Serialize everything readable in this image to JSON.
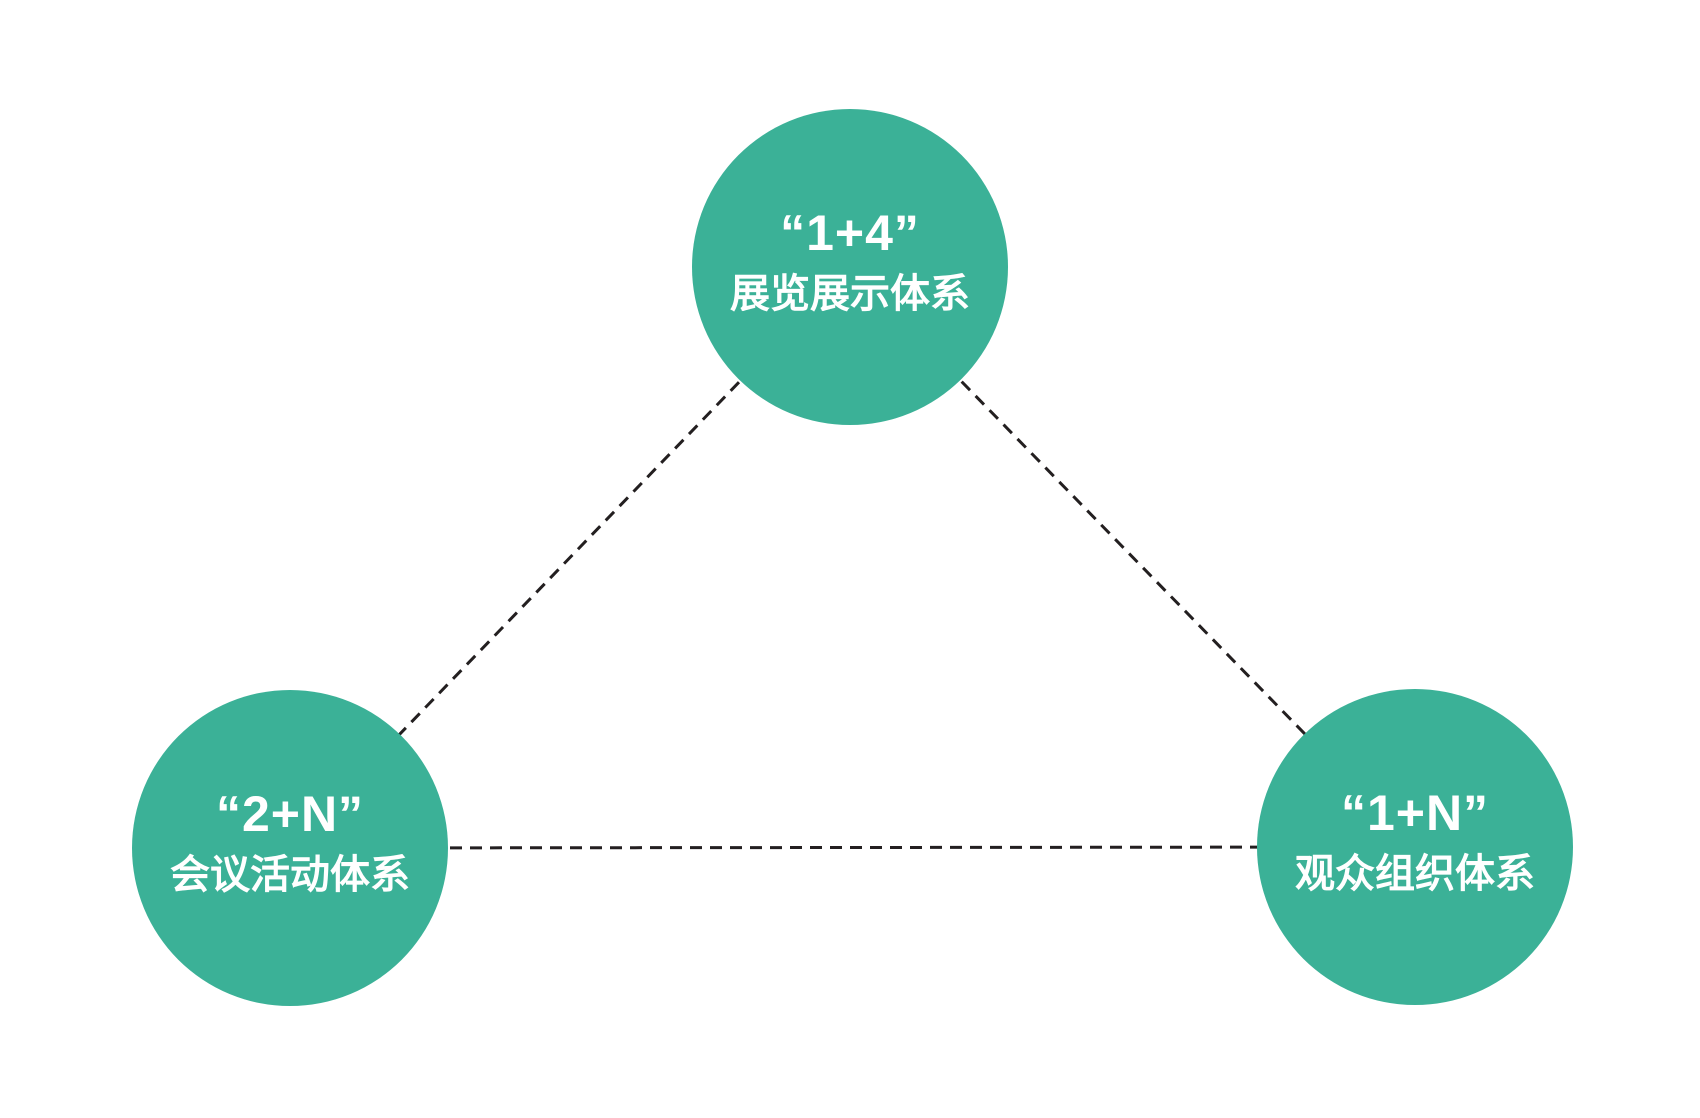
{
  "diagram": {
    "colors": {
      "background": "#ffffff",
      "node_fill": "#3BB197",
      "node_text": "#ffffff",
      "connector": "#231F20"
    },
    "nodes": [
      {
        "id": "exhibition-system",
        "title": "“1+4”",
        "subtitle": "展览展示体系"
      },
      {
        "id": "conference-system",
        "title": "“2+N”",
        "subtitle": "会议活动体系"
      },
      {
        "id": "audience-system",
        "title": "“1+N”",
        "subtitle": "观众组织体系"
      }
    ]
  }
}
